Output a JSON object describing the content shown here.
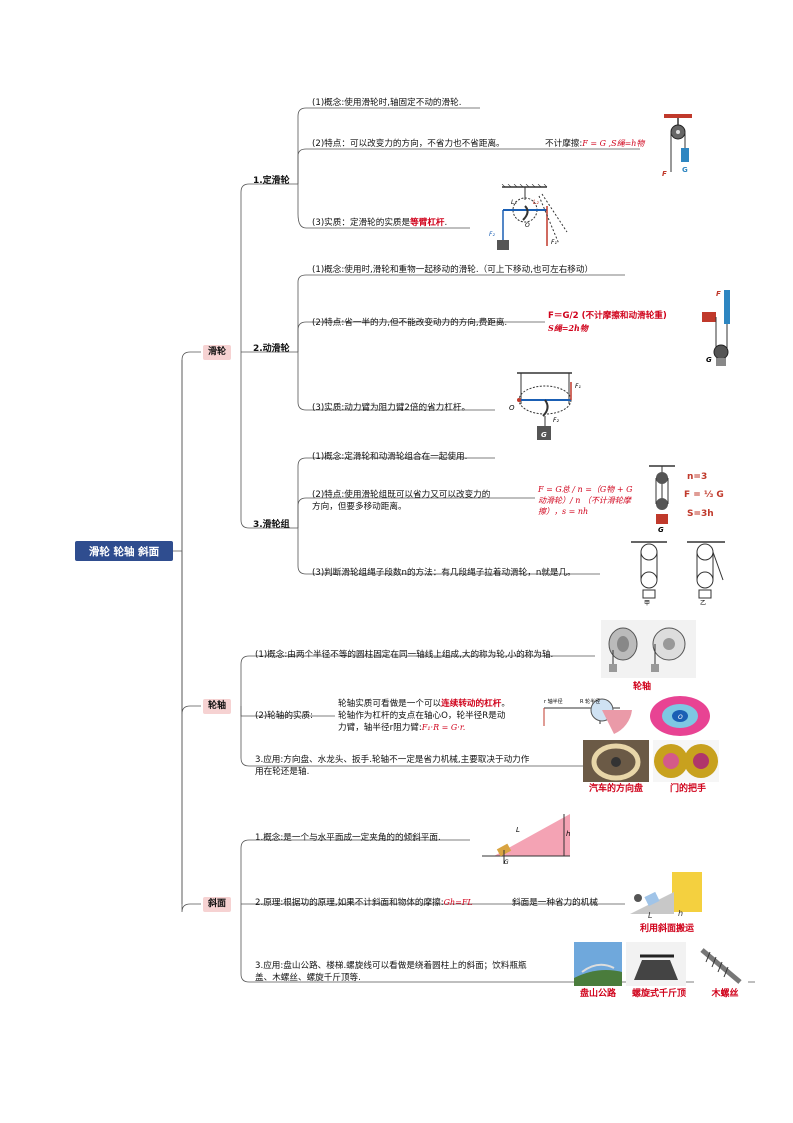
{
  "root": {
    "label": "滑轮  轮轴  斜面"
  },
  "pulley": {
    "label": "滑轮",
    "fixed": {
      "label": "1.定滑轮",
      "concept": "(1)概念:使用滑轮时,轴固定不动的滑轮.",
      "feature": "(2)特点：可以改变力的方向，不省力也不省距离。",
      "friction_note": "不计摩擦:",
      "friction_formula": "F = G ,S绳=h物",
      "essence_prefix": "(3)实质：定滑轮的实质是",
      "essence_highlight": "等臂杠杆",
      "essence_suffix": "."
    },
    "movable": {
      "label": "2.动滑轮",
      "concept": "(1)概念:使用时,滑轮和重物一起移动的滑轮.（可上下移动,也可左右移动）",
      "feature": "(2)特点:省一半的力,但不能改变动力的方向,费距离.",
      "formula_line1": "F＝G/2 (不计摩擦和动滑轮重)",
      "formula_line2": "S绳=2h物",
      "essence": "(3)实质:动力臂为阻力臂2倍的省力杠杆。"
    },
    "block": {
      "label": "3.滑轮组",
      "concept": "(1)概念:定滑轮和动滑轮组合在一起使用.",
      "feature_line1": "(2)特点:使用滑轮组既可以省力又可以改变力的",
      "feature_line2": "方向，但要多移动距离。",
      "formula_text": "F = G总 / n =（G物 + G动滑轮）/ n （不计滑轮摩擦），s = nh",
      "n_label": "n=3",
      "f_label": "F = ⅓ G",
      "s_label": "S=3h",
      "judge": "(3)判断滑轮组绳子段数n的方法：有几段绳子拉着动滑轮，n就是几。",
      "fig_labels": [
        "甲",
        "乙"
      ]
    }
  },
  "wheel_axle": {
    "label": "轮轴",
    "concept": "(1)概念:由两个半径不等的圆柱固定在同一轴线上组成,大的称为轮,小的称为轴.",
    "caption_top": "轮轴",
    "essence_label": "(2)轮轴的实质:",
    "essence_line1_prefix": "轮轴实质可看做是一个可以",
    "essence_line1_highlight": "连续转动的杠杆",
    "essence_line1_suffix": "。",
    "essence_line2": "轮轴作为杠杆的支点在轴心O，轮半径R是动",
    "essence_line3_prefix": "力臂，轴半径r阻力臂:",
    "essence_formula": "F₁·R = G·r.",
    "application_line1": "3.应用:方向盘、水龙头、扳手.轮轴不一定是省力机械,主要取决于动力作",
    "application_line2": "用在轮还是轴.",
    "caption_wheel": "汽车的方向盘",
    "caption_handle": "门的把手"
  },
  "incline": {
    "label": "斜面",
    "concept": "1.概念:是一个与水平面成一定夹角的的倾斜平面.",
    "principle_prefix": "2.原理:根据功的原理,如果不计斜面和物体的摩擦:",
    "principle_formula": "Gh=FL",
    "principle_suffix": "斜面是一种省力的机械",
    "caption_carry": "利用斜面搬运",
    "application_line1": "3.应用:盘山公路、楼梯.螺旋线可以看做是绕着圆柱上的斜面；饮料瓶瓶",
    "application_line2": "盖、木螺丝、螺旋千斤顶等.",
    "caption_road": "盘山公路",
    "caption_jack": "螺旋式千斤顶",
    "caption_screw": "木螺丝"
  },
  "colors": {
    "root": "#2f4d8f",
    "category": "#f6d2d2",
    "highlight": "#d0021b",
    "line": "#555555"
  }
}
